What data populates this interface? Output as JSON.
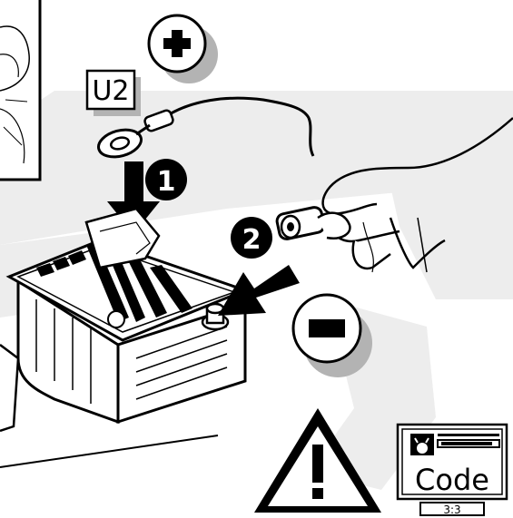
{
  "labels": {
    "terminal_tag": "U2",
    "step_1": "1",
    "step_2": "2",
    "code_word": "Code",
    "code_ratio": "3:3"
  },
  "icons": {
    "plus": "plus-terminal-icon",
    "minus": "minus-terminal-icon",
    "warning": "warning-triangle-icon",
    "radio": "radio-display-icon"
  },
  "colors": {
    "ink": "#000000",
    "paper": "#ffffff",
    "watermark": "#eeeeee",
    "shadow": "#b3b3b3"
  }
}
